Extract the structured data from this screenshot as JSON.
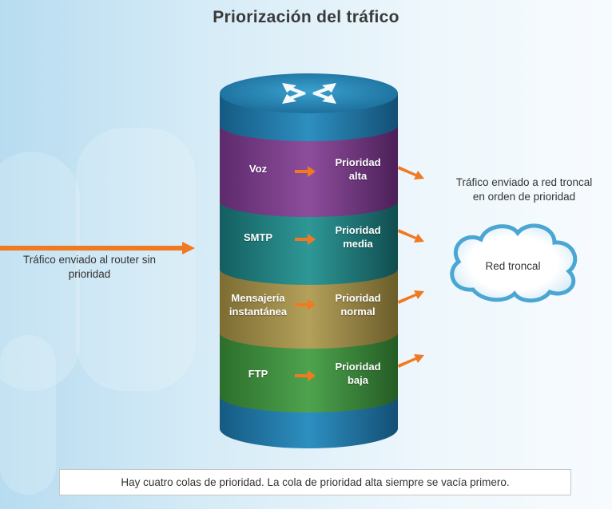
{
  "title": "Priorización del tráfico",
  "queues": [
    {
      "name": "Voz",
      "priority_line1": "Prioridad",
      "priority_line2": "alta"
    },
    {
      "name": "SMTP",
      "priority_line1": "Prioridad",
      "priority_line2": "media"
    },
    {
      "name_line1": "Mensajería",
      "name_line2": "instantánea",
      "priority_line1": "Prioridad",
      "priority_line2": "normal"
    },
    {
      "name": "FTP",
      "priority_line1": "Prioridad",
      "priority_line2": "baja"
    }
  ],
  "input_text_line1": "Tráfico enviado al router sin",
  "input_text_line2": "prioridad",
  "output_text_line1": "Tráfico enviado a red troncal",
  "output_text_line2": "en orden de prioridad",
  "cloud_label": "Red troncal",
  "caption": "Hay cuatro colas de prioridad. La cola de prioridad alta siempre se vacía primero.",
  "colors": {
    "router": "#1e6f9c",
    "voz": "#7a3a8a",
    "smtp": "#1f7f7f",
    "mensajeria": "#9c8a45",
    "ftp": "#3f8a3f",
    "arrow": "#f07a22"
  }
}
